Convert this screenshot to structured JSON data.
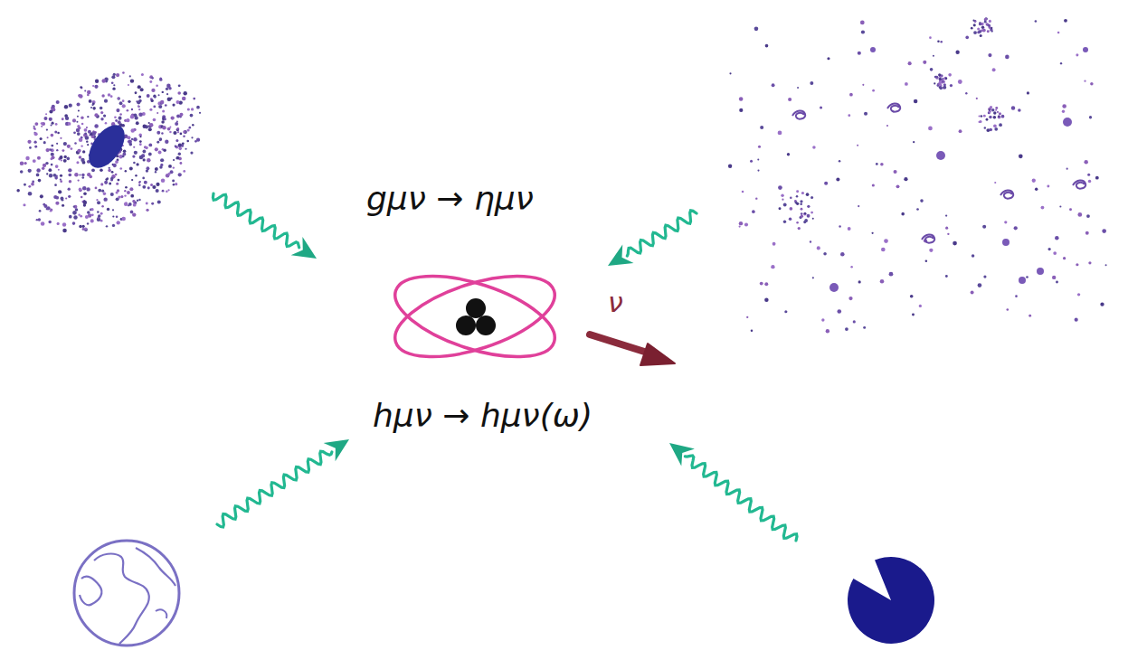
{
  "diagram": {
    "labels": [
      "gμν → ημν",
      "ν",
      "hμν → hμν(ω)"
    ]
  }
}
